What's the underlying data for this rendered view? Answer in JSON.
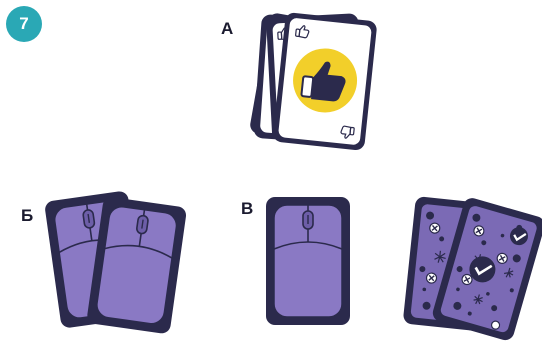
{
  "step_badge": "7",
  "groups": {
    "a": {
      "label": "А"
    },
    "b": {
      "label": "Б"
    },
    "v": {
      "label": "В"
    }
  },
  "colors": {
    "badge": "#2aa8b5",
    "card_border": "#2b2a4c",
    "card_back": "#8a79c4",
    "card_face": "#ffffff",
    "thumb_circle": "#f2cf2a",
    "pattern_bg": "#7b6ab5"
  },
  "icons": [
    "thumbs-up-icon",
    "thumbs-down-icon",
    "computer-mouse-icon",
    "checkmark-icon",
    "star-burst-icon"
  ]
}
